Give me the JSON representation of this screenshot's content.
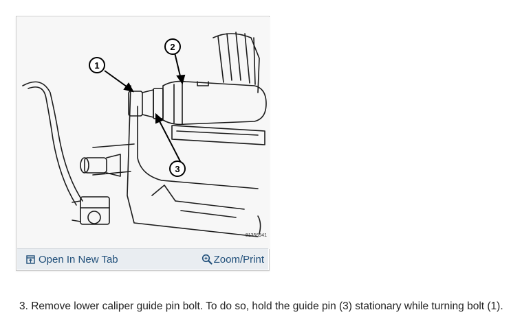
{
  "figure": {
    "callouts": [
      "1",
      "2",
      "3"
    ],
    "figure_code": "81356941"
  },
  "footer": {
    "open_new_tab_label": "Open In New Tab",
    "open_new_tab_icon": "open-new-tab-icon",
    "zoom_print_label": "Zoom/Print",
    "zoom_print_icon": "magnifier-icon"
  },
  "instruction": {
    "text": "3. Remove lower caliper guide pin bolt. To do so, hold the guide pin (3) stationary while turning bolt (1)."
  },
  "colors": {
    "link": "#1f4e79",
    "footer_bg": "#e9edf1",
    "line_art": "#1a1a1a"
  }
}
